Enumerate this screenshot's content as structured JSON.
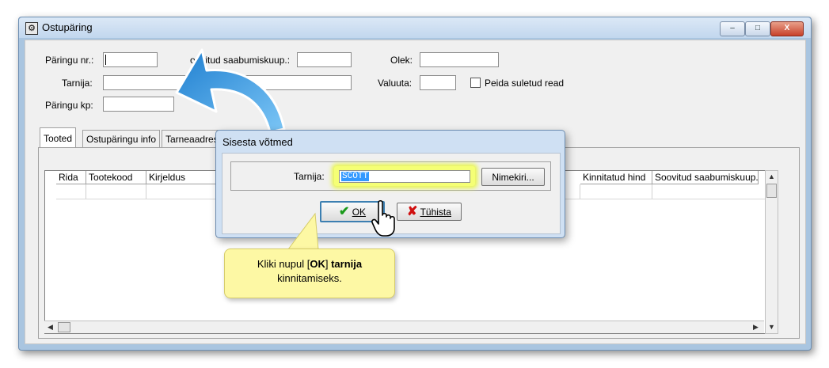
{
  "window": {
    "title": "Ostupäring",
    "controls": {
      "minimize": "–",
      "maximize": "□",
      "close": "X"
    }
  },
  "form": {
    "paringu_nr_label": "Päringu nr.:",
    "paringu_nr_value": "",
    "soovitud_label": "oovitud saabumiskuup.:",
    "soovitud_value": "",
    "olek_label": "Olek:",
    "olek_value": "",
    "tarnija_label": "Tarnija:",
    "tarnija_value": "",
    "valuuta_label": "Valuuta:",
    "valuuta_value": "",
    "peida_label": "Peida suletud read",
    "peida_checked": false,
    "paringu_kp_label": "Päringu kp:",
    "paringu_kp_value": ""
  },
  "tabs": [
    {
      "label": "Tooted",
      "active": true
    },
    {
      "label": "Ostupäringu info",
      "active": false
    },
    {
      "label": "Tarneaadres",
      "active": false
    }
  ],
  "grid": {
    "columns": [
      "Rida",
      "Tootekood",
      "Kirjeldus",
      "Kinnitatud hind",
      "Soovitud saabumiskuup."
    ]
  },
  "dialog": {
    "title": "Sisesta võtmed",
    "tarnija_label": "Tarnija:",
    "tarnija_value": "SCOTT",
    "nimekiri_label": "Nimekiri...",
    "ok_label": "OK",
    "tuhista_label": "Tühista"
  },
  "callout": {
    "text_pre": "Kliki nupul [",
    "text_ok": "OK",
    "text_mid": "] ",
    "text_bold": "tarnija",
    "text_line2": "kinnitamiseks."
  },
  "colors": {
    "accent_blue": "#3c9fe0",
    "callout_yellow": "#fdf8a4",
    "highlight_glow": "#f5ff75"
  }
}
